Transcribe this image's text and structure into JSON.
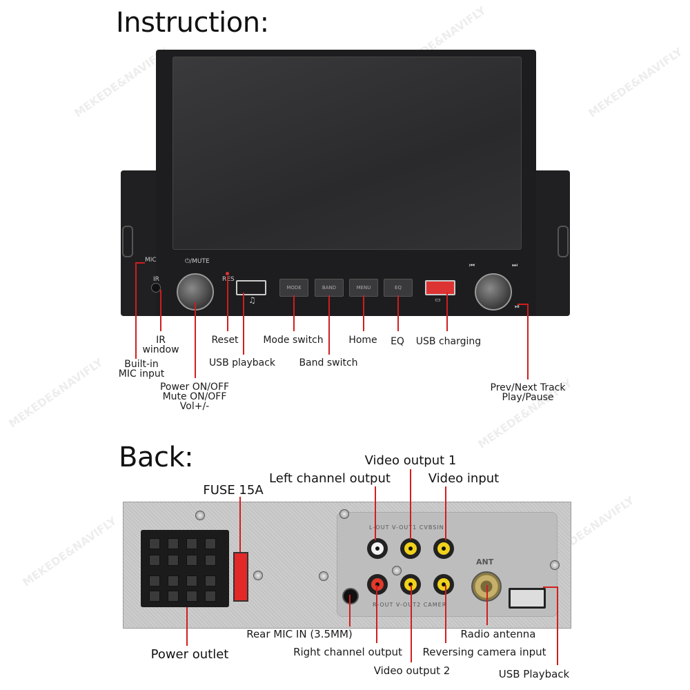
{
  "headings": {
    "instruction": "Instruction:",
    "back": "Back:"
  },
  "watermark": "MEKEDE&NAVIFLY",
  "front": {
    "panel_marks": {
      "mic": "MIC",
      "ir": "IR",
      "mute": "⏻/MUTE",
      "res": "RES",
      "prev": "⏮",
      "next": "⏭",
      "play": "⏯"
    },
    "buttons": [
      "MODE",
      "BAND",
      "MENU",
      "EQ"
    ],
    "labels": {
      "ir_window": "IR\nwindow",
      "mic_input": "Built-in\nMIC input",
      "power": "Power ON/OFF\nMute ON/OFF\nVol+/-",
      "reset": "Reset",
      "usb_playback": "USB playback",
      "mode_switch": "Mode switch",
      "band_switch": "Band switch",
      "home": "Home",
      "eq": "EQ",
      "usb_charging": "USB charging",
      "prev_next": "Prev/Next Track\nPlay/Pause"
    }
  },
  "back": {
    "labels": {
      "fuse": "FUSE 15A",
      "left_channel": "Left channel output",
      "video_output_1": "Video output 1",
      "video_input": "Video input",
      "rear_mic": "Rear MIC IN (3.5MM)",
      "power_outlet": "Power outlet",
      "right_channel": "Right channel output",
      "video_output_2": "Video output 2",
      "radio_antenna": "Radio antenna",
      "reversing_camera": "Reversing camera input",
      "usb_playback": "USB Playback"
    },
    "panel_marks": {
      "top_row": "L-OUT  V-OUT1  CVBSIN",
      "bottom_row": "R-OUT  V-OUT2  CAMER",
      "ant": "ANT"
    }
  },
  "colors": {
    "accent": "#d11d1d",
    "unit": "#1d1d1f",
    "panel": "#c9c9c9"
  },
  "icons": [
    "music-note-icon",
    "battery-icon",
    "prev-track-icon",
    "next-track-icon",
    "play-pause-icon"
  ]
}
